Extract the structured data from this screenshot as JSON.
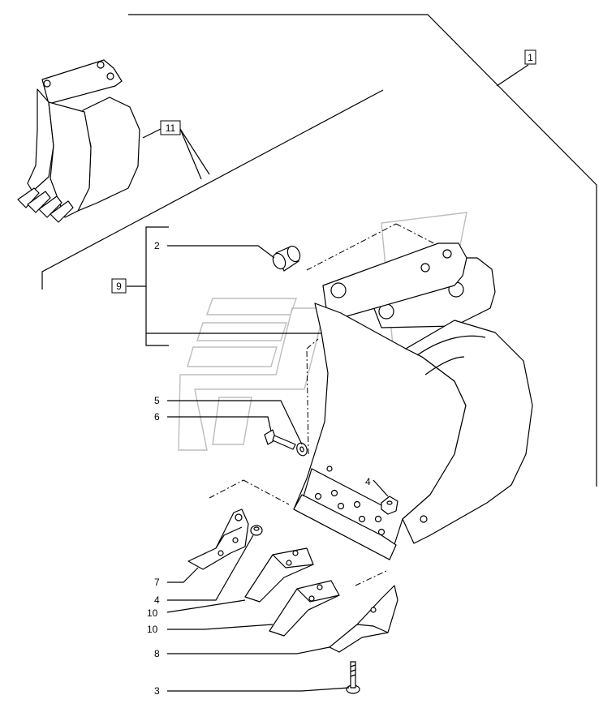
{
  "callouts": {
    "c1": "1",
    "c2": "2",
    "c3": "3",
    "c4a": "4",
    "c4b": "4",
    "c5": "5",
    "c6": "6",
    "c7": "7",
    "c8": "8",
    "c9": "9",
    "c10a": "10",
    "c10b": "10",
    "c11": "11"
  }
}
